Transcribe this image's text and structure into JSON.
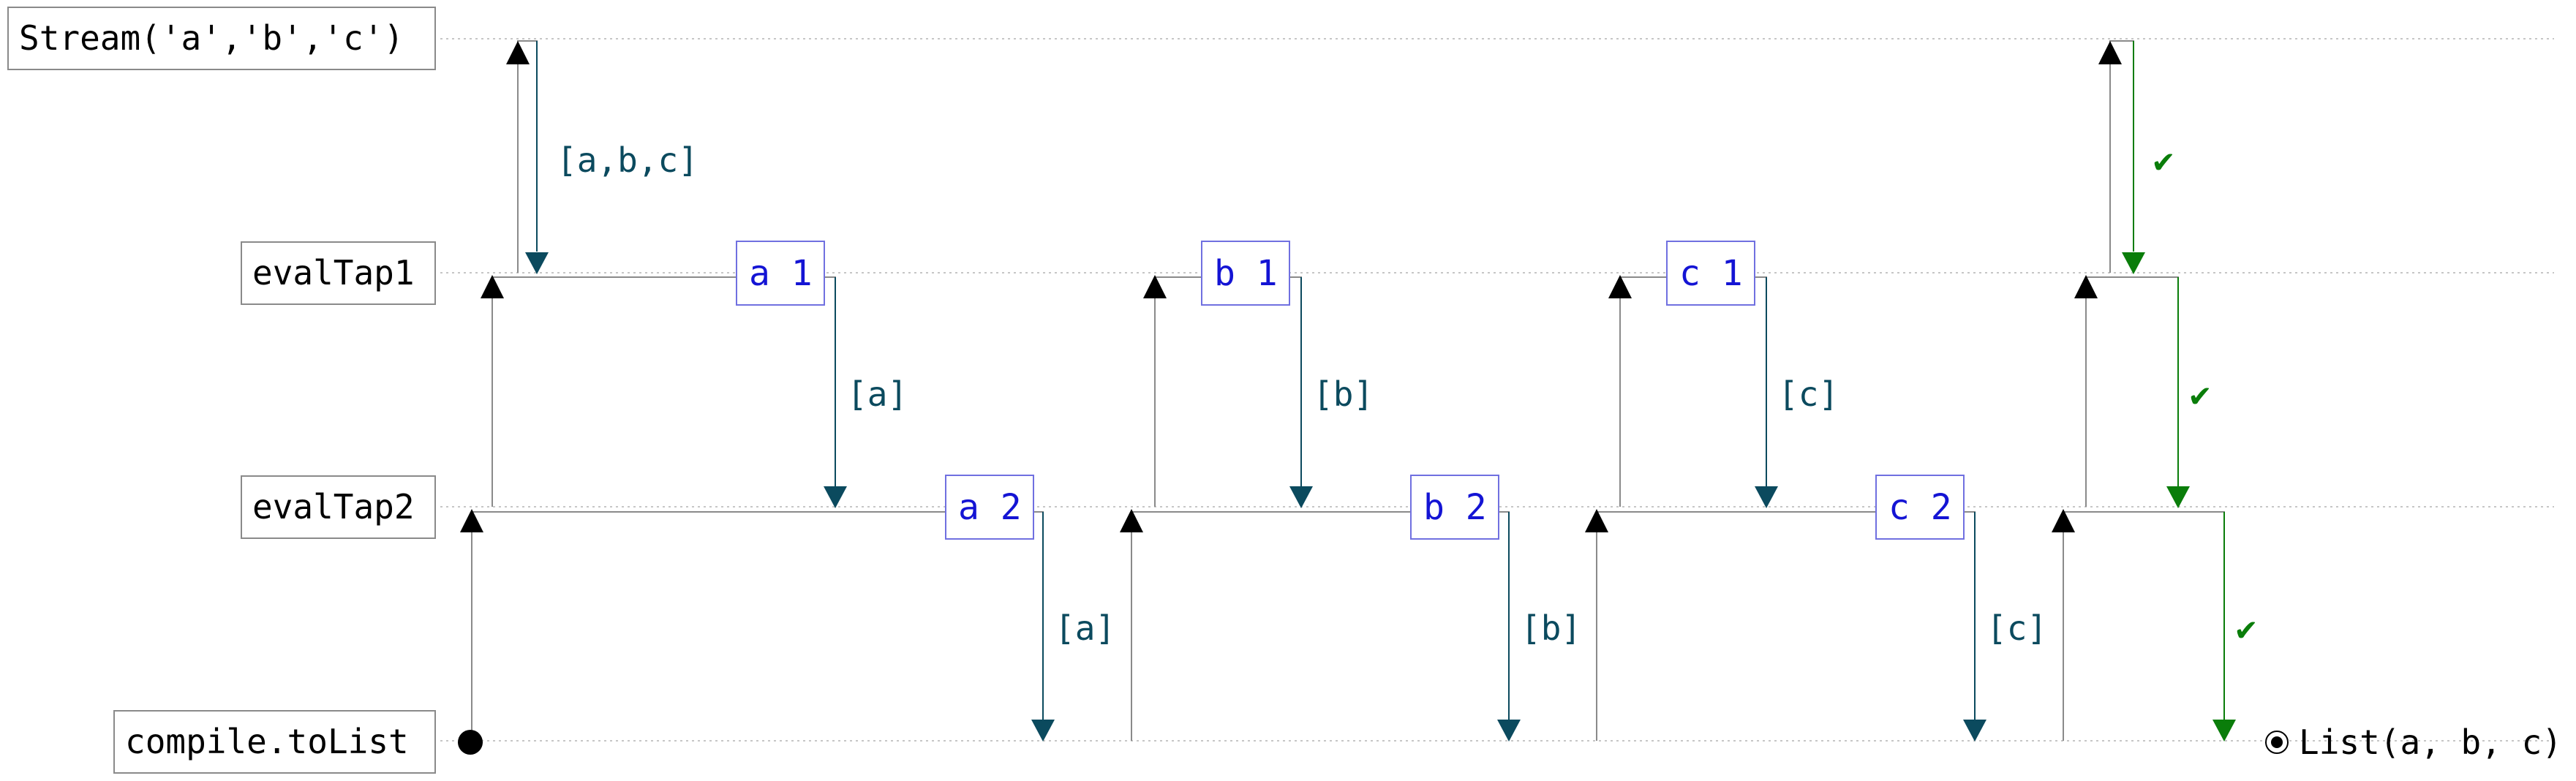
{
  "colors": {
    "grid": "#c6c6c6",
    "wire": "#8a8a8a",
    "data_arrow": "#0b4a5e",
    "done_arrow": "#0a7d0a",
    "eval_text": "#1414d4",
    "eval_border": "#7070e0",
    "stage_border": "#8a8a8a",
    "ink": "#000000"
  },
  "stages": [
    {
      "name": "stream",
      "label": "Stream('a','b','c')"
    },
    {
      "name": "evaltap1",
      "label": "evalTap1"
    },
    {
      "name": "evaltap2",
      "label": "evalTap2"
    },
    {
      "name": "compile-tolist",
      "label": "compile.toList"
    }
  ],
  "cycles": [
    {
      "kind": "data",
      "pulls": [
        "[a,b,c]",
        "[a]",
        "[a]"
      ],
      "evals": [
        "a 1",
        "a 2"
      ]
    },
    {
      "kind": "data",
      "pulls": [
        "",
        "[b]",
        "[b]"
      ],
      "evals": [
        "b 1",
        "b 2"
      ]
    },
    {
      "kind": "data",
      "pulls": [
        "",
        "[c]",
        "[c]"
      ],
      "evals": [
        "c 1",
        "c 2"
      ]
    },
    {
      "kind": "done",
      "pulls": [
        "✔",
        "✔",
        "✔"
      ],
      "evals": []
    }
  ],
  "result": {
    "icon": "completed-circle-icon",
    "label": "List(a, b, c)"
  }
}
